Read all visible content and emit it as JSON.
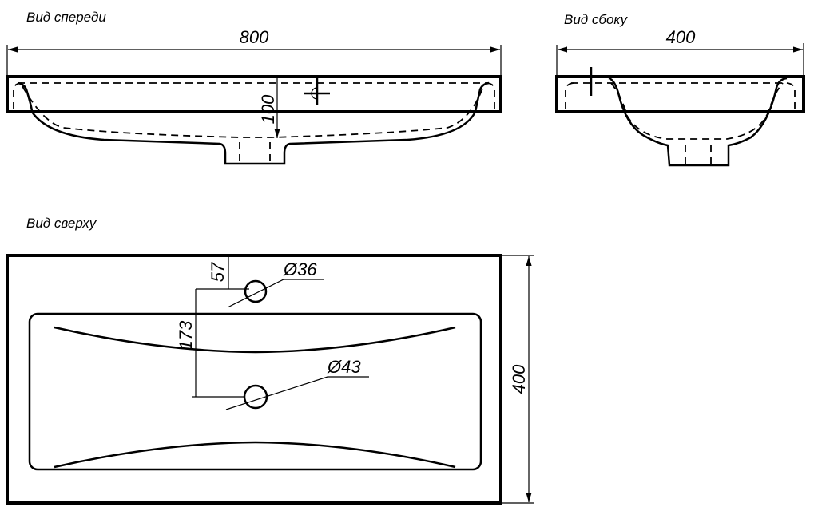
{
  "views": {
    "front": {
      "title": "Вид спереди",
      "width_dim": "800",
      "height_dim": "100"
    },
    "side": {
      "title": "Вид сбоку",
      "width_dim": "400"
    },
    "top": {
      "title": "Вид сверху",
      "depth_dim": "400",
      "hole_offset_dim": "57",
      "hole_spacing_dim": "173",
      "tap_hole_dia": "Ø36",
      "drain_hole_dia": "Ø43"
    }
  }
}
